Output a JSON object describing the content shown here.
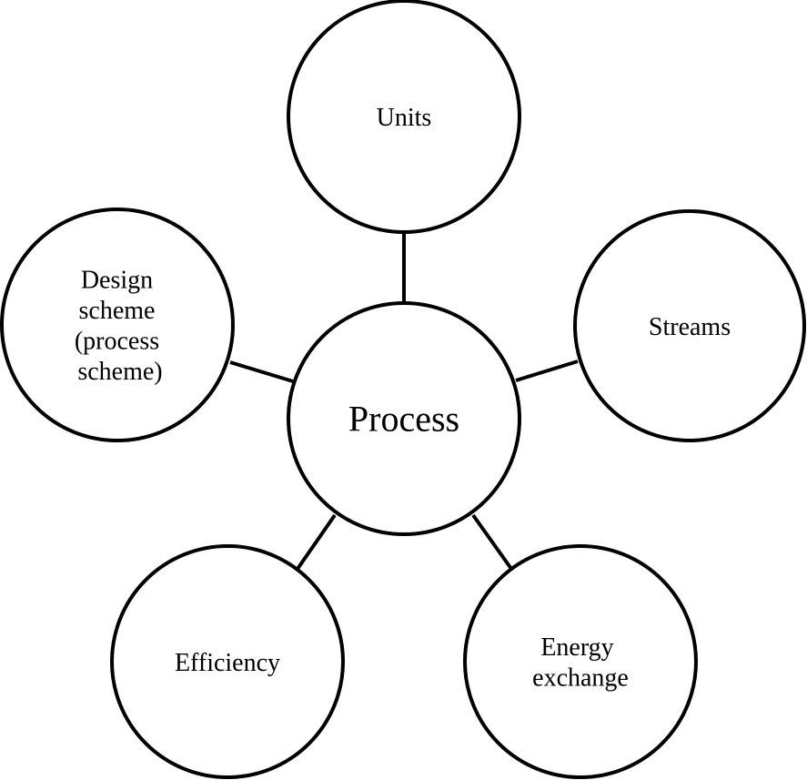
{
  "diagram": {
    "center": {
      "label": "Process"
    },
    "satellites": [
      {
        "id": "units",
        "lines": [
          "Units"
        ]
      },
      {
        "id": "streams",
        "lines": [
          "Streams"
        ]
      },
      {
        "id": "energy-exchange",
        "lines": [
          "Energy",
          "exchange"
        ]
      },
      {
        "id": "efficiency",
        "lines": [
          "Efficiency"
        ]
      },
      {
        "id": "design-scheme",
        "lines": [
          "Design",
          "scheme",
          "(process",
          "scheme)"
        ]
      }
    ]
  }
}
